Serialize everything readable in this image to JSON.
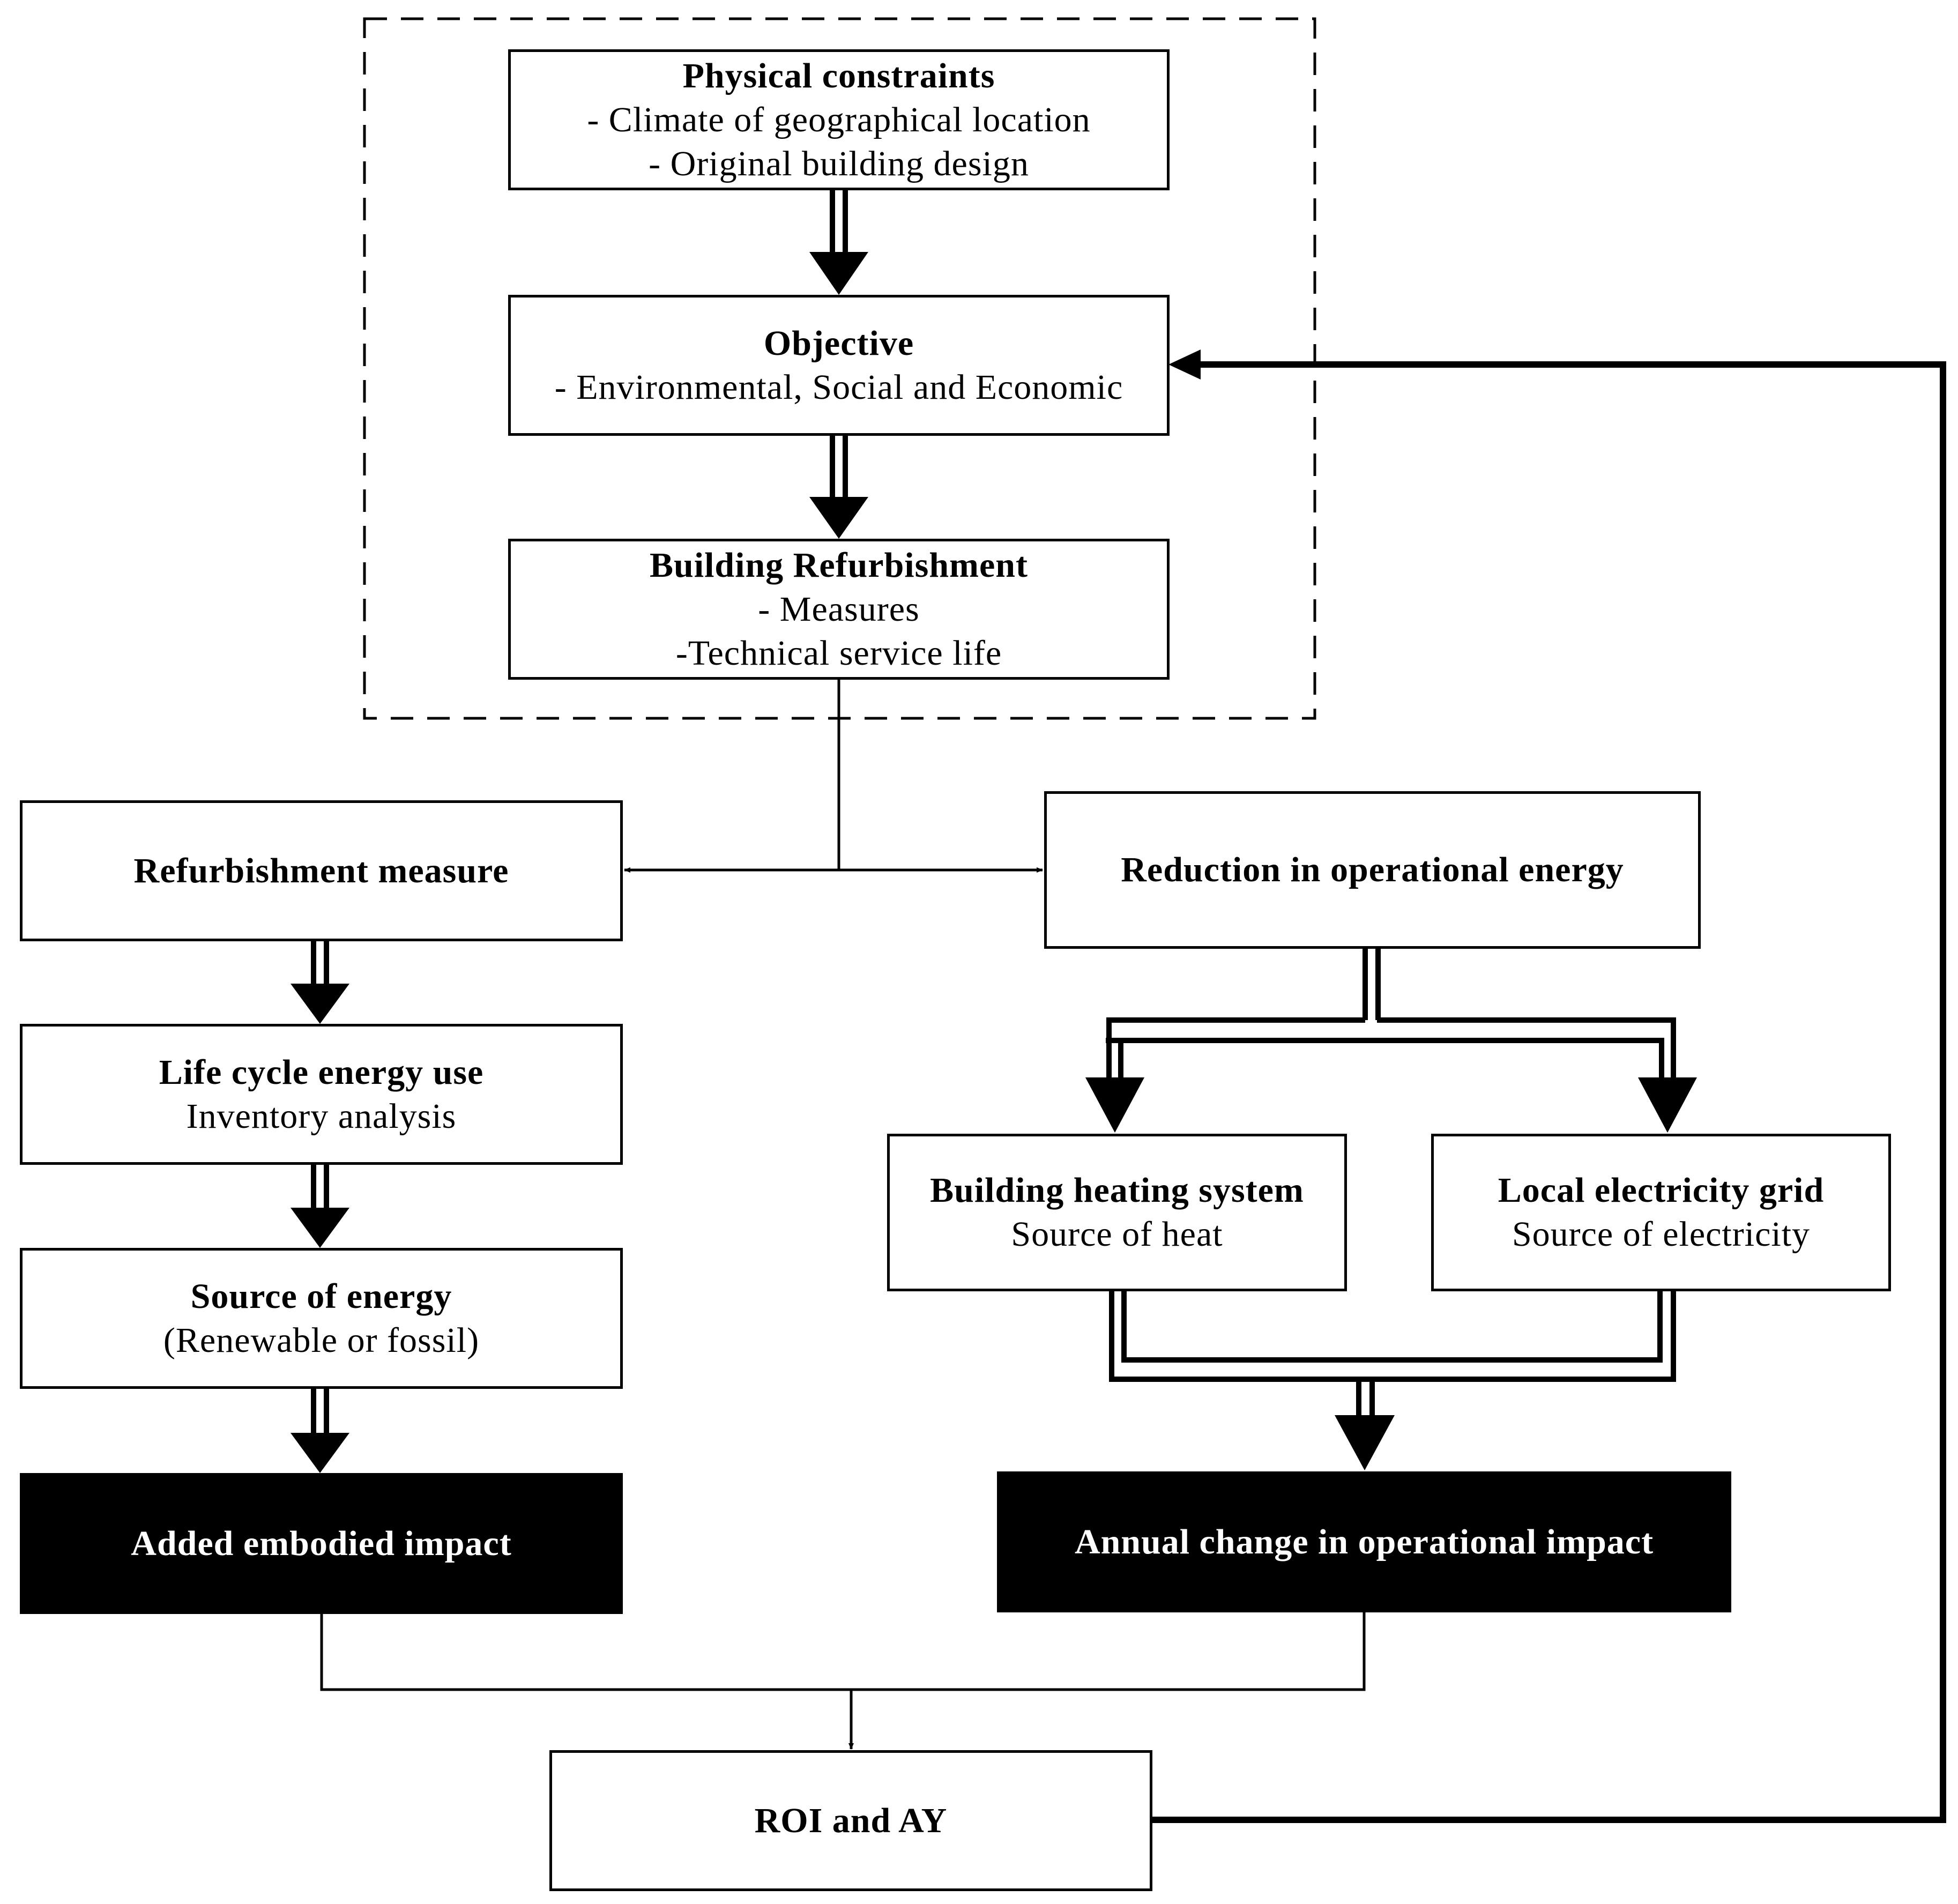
{
  "nodes": {
    "physical": {
      "title": "Physical constraints",
      "lines": [
        "- Climate of geographical location",
        "- Original building design"
      ]
    },
    "objective": {
      "title": "Objective",
      "lines": [
        "- Environmental, Social and Economic"
      ]
    },
    "building_refurb": {
      "title": "Building Refurbishment",
      "lines": [
        "- Measures",
        "-Technical service life"
      ]
    },
    "refurb_measure": {
      "title": "Refurbishment measure",
      "lines": []
    },
    "reduction": {
      "title": "Reduction in operational energy",
      "lines": []
    },
    "life_cycle": {
      "title": "Life cycle energy use",
      "lines": [
        "Inventory analysis"
      ]
    },
    "source_energy": {
      "title": "Source of energy",
      "lines": [
        "(Renewable or fossil)"
      ]
    },
    "heating": {
      "title": "Building heating system",
      "lines": [
        "Source of heat"
      ]
    },
    "electricity": {
      "title": "Local electricity grid",
      "lines": [
        "Source of electricity"
      ]
    },
    "embodied": {
      "title": "Added embodied impact",
      "lines": []
    },
    "annual": {
      "title": "Annual change in operational impact",
      "lines": []
    },
    "roi": {
      "title": "ROI and AY",
      "lines": []
    }
  }
}
